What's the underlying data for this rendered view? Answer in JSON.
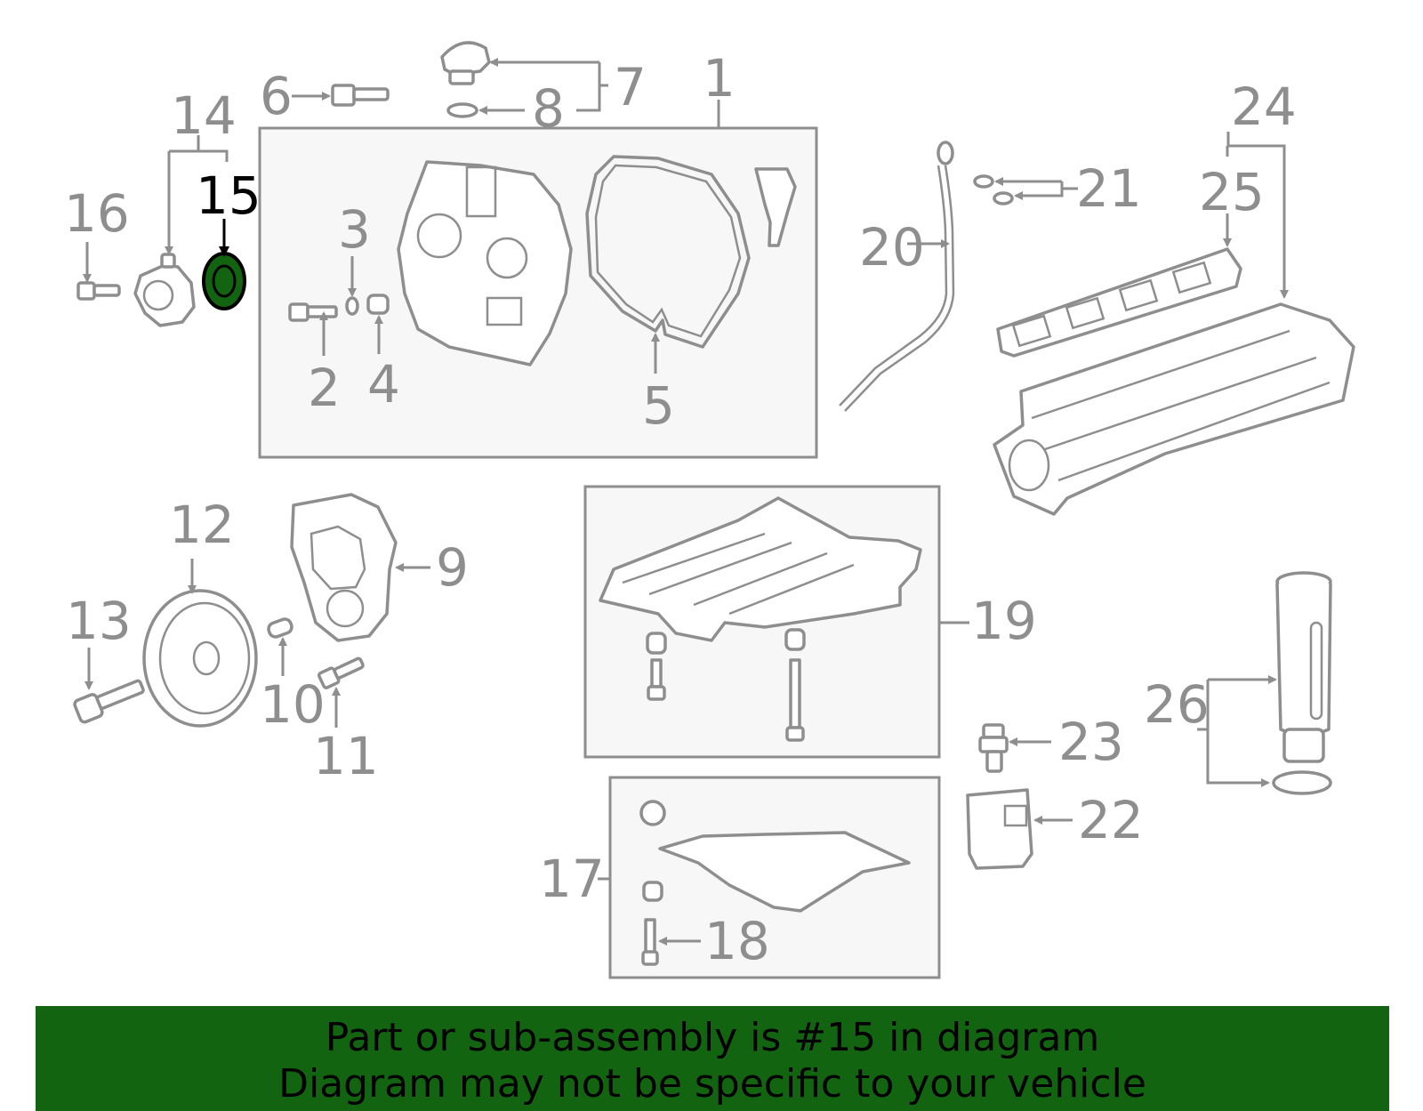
{
  "diagram": {
    "highlighted_callout": "15",
    "highlight_color": "#126410",
    "line_color": "#8e8e8e",
    "callouts": [
      "1",
      "2",
      "3",
      "4",
      "5",
      "6",
      "7",
      "8",
      "9",
      "10",
      "11",
      "12",
      "13",
      "14",
      "15",
      "16",
      "17",
      "18",
      "19",
      "20",
      "21",
      "22",
      "23",
      "24",
      "25",
      "26"
    ]
  },
  "banner": {
    "line1": "Part or sub-assembly is #15 in diagram",
    "line2": "Diagram may not be specific to your vehicle",
    "background": "#126410"
  }
}
